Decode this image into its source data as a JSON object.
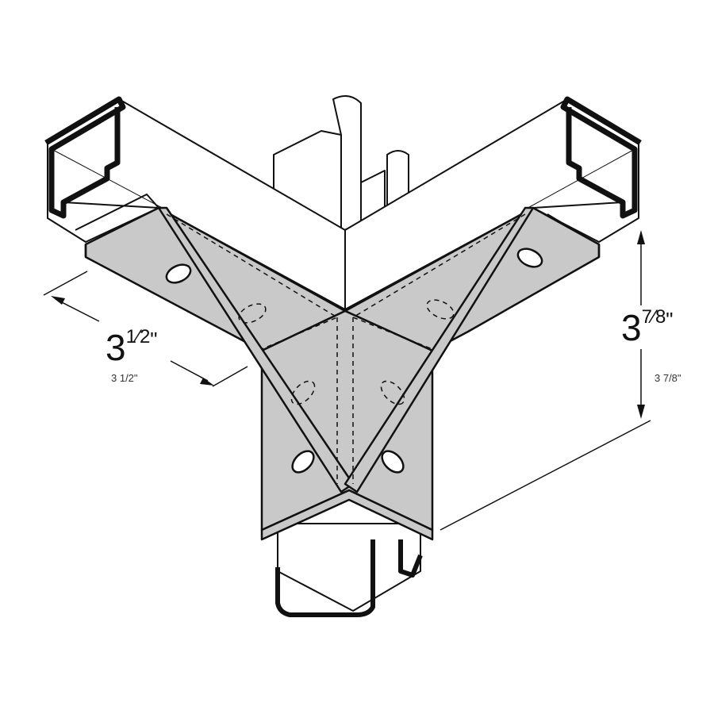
{
  "dimensions": {
    "width": {
      "whole": "3",
      "fraction": "1⁄2",
      "unit": "\"",
      "label": "3 1/2\""
    },
    "height": {
      "whole": "3",
      "fraction": "7⁄8",
      "unit": "\"",
      "label": "3 7/8\""
    }
  },
  "colors": {
    "plate": "#c9c9c9",
    "outline": "#111111",
    "channel": "#ffffff"
  }
}
